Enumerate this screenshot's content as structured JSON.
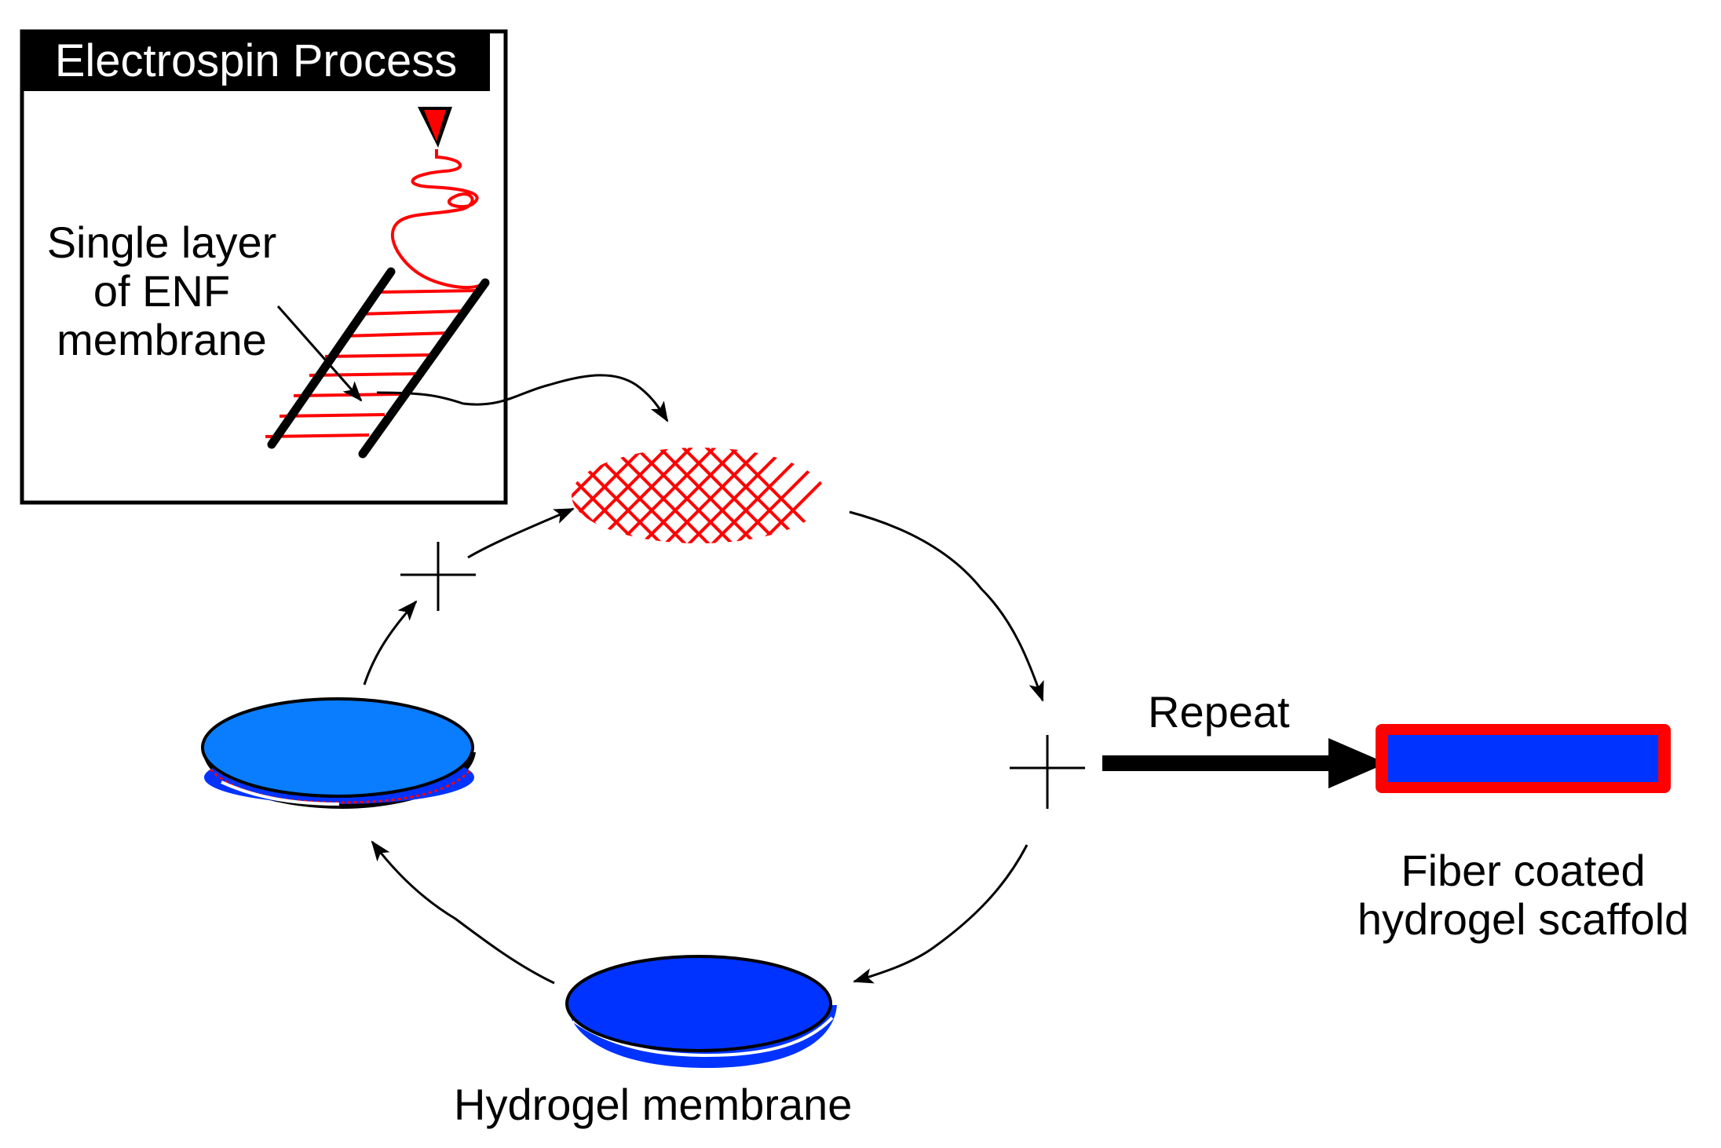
{
  "inset": {
    "title": "Electrospin Process",
    "label_lines": [
      "Single layer",
      "of ENF",
      "membrane"
    ]
  },
  "labels": {
    "repeat": "Repeat",
    "hydrogel_membrane": "Hydrogel membrane",
    "result_lines": [
      "Fiber coated",
      "hydrogel scaffold"
    ]
  },
  "colors": {
    "fiber_red": "#ff0000",
    "hydrogel_blue": "#0033ff",
    "disc_light_blue": "#0a7dff",
    "ink": "#000000"
  }
}
